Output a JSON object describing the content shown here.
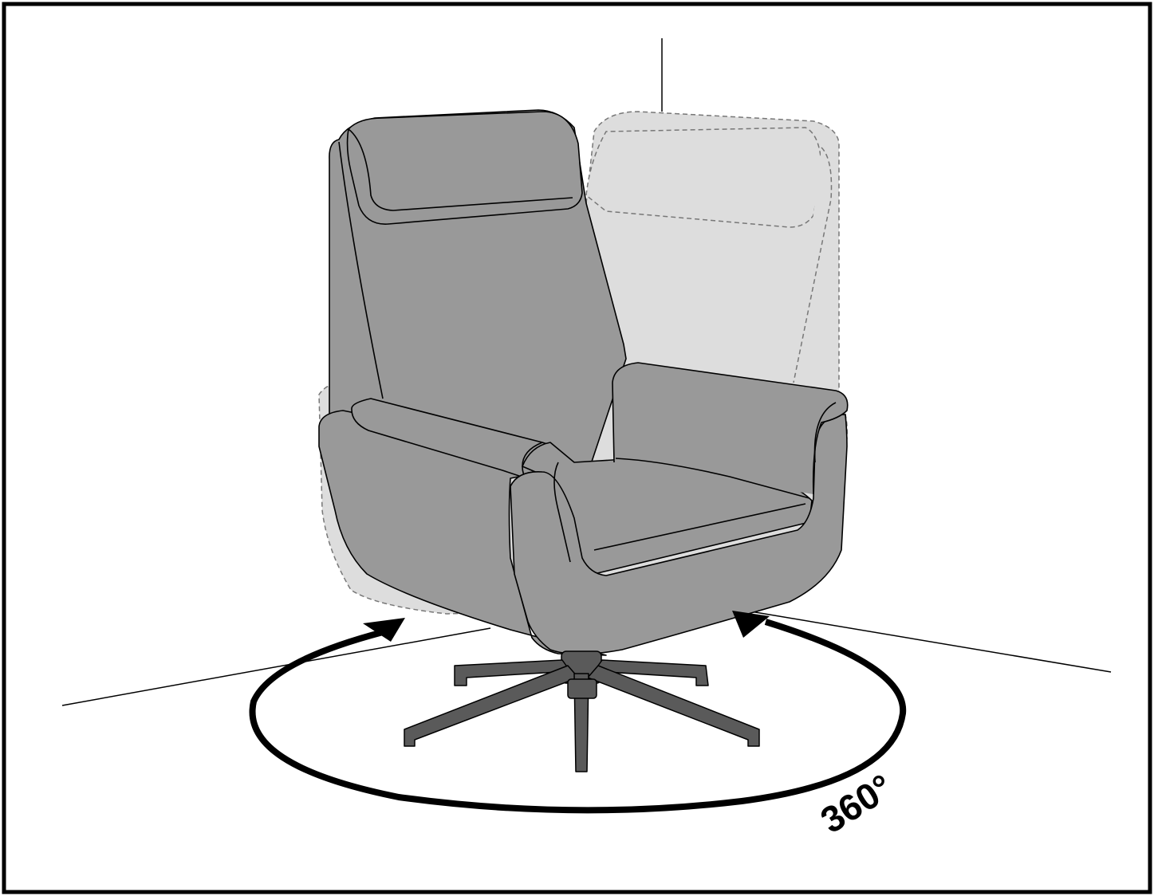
{
  "diagram": {
    "rotation_label": "360°",
    "colors": {
      "chair": "#999999",
      "ghost_chair": "#dddddd",
      "base": "#5a5a5a",
      "outline": "#000000",
      "ghost_outline": "#777777",
      "frame": "#000000"
    },
    "icons": [
      "swivel-rotation-arrow",
      "chair-illustration"
    ]
  }
}
